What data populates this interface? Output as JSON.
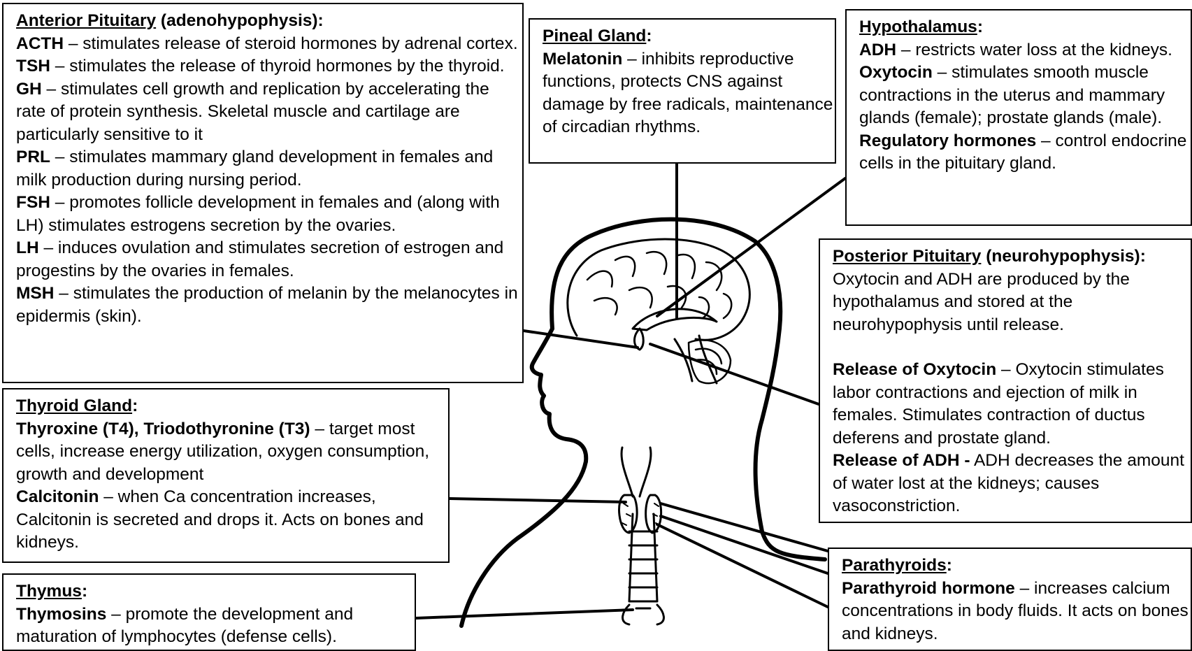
{
  "anterior": {
    "title": "Anterior Pituitary",
    "title_note": " (adenohypophysis):",
    "items": [
      {
        "h": "ACTH",
        "t": " – stimulates release of steroid hormones by adrenal cortex."
      },
      {
        "h": "TSH",
        "t": " – stimulates the release of thyroid hormones by the thyroid."
      },
      {
        "h": "GH",
        "t": " – stimulates cell growth and replication by accelerating the rate of protein synthesis.  Skeletal muscle and cartilage are particularly sensitive to it"
      },
      {
        "h": "PRL",
        "t": " – stimulates mammary gland development in females and milk production during nursing period."
      },
      {
        "h": "FSH",
        "t": " – promotes follicle development in females and (along with LH) stimulates estrogens secretion by the ovaries."
      },
      {
        "h": "LH",
        "t": " – induces ovulation and stimulates secretion of estrogen and progestins by the ovaries in females."
      },
      {
        "h": "MSH",
        "t": " – stimulates the production of melanin by the melanocytes in epidermis (skin)."
      }
    ]
  },
  "pineal": {
    "title": "Pineal Gland",
    "colon": ":",
    "items": [
      {
        "h": "Melatonin",
        "t": " – inhibits reproductive functions, protects CNS against damage by free radicals, maintenance of circadian rhythms."
      }
    ]
  },
  "hypothalamus": {
    "title": "Hypothalamus",
    "colon": ":",
    "items": [
      {
        "h": "ADH",
        "t": " – restricts water loss at the kidneys."
      },
      {
        "h": "Oxytocin",
        "t": " – stimulates smooth muscle contractions in the uterus and mammary glands (female); prostate glands (male)."
      },
      {
        "h": "Regulatory hormones",
        "t": " – control endocrine cells in the pituitary gland."
      }
    ]
  },
  "posterior": {
    "title": "Posterior Pituitary",
    "title_note": " (neurohypophysis):",
    "intro": "Oxytocin and ADH are produced by the hypothalamus and stored at the neurohypophysis until release.",
    "items": [
      {
        "h": "Release of Oxytocin",
        "t": " – Oxytocin stimulates labor contractions and ejection of milk in females.  Stimulates contraction of ductus deferens and prostate gland."
      },
      {
        "h": "Release of ADH -",
        "t": " ADH decreases the amount of water lost at the kidneys; causes vasoconstriction."
      }
    ]
  },
  "thyroid": {
    "title": "Thyroid Gland",
    "colon": ":",
    "items": [
      {
        "h": "Thyroxine (T4), Triodothyronine (T3)",
        "t": " – target most cells, increase energy utilization, oxygen consumption, growth and development"
      },
      {
        "h": "Calcitonin",
        "t": " – when Ca concentration increases, Calcitonin is secreted and drops it.  Acts on bones and kidneys."
      }
    ]
  },
  "thymus": {
    "title": "Thymus",
    "colon": ":",
    "items": [
      {
        "h": "Thymosins",
        "t": " – promote the development and maturation of lymphocytes (defense cells)."
      }
    ]
  },
  "parathyroids": {
    "title": "Parathyroids",
    "colon": ":",
    "items": [
      {
        "h": "Parathyroid hormone",
        "t": " – increases calcium concentrations in body fluids. It acts on bones and kidneys."
      }
    ]
  }
}
